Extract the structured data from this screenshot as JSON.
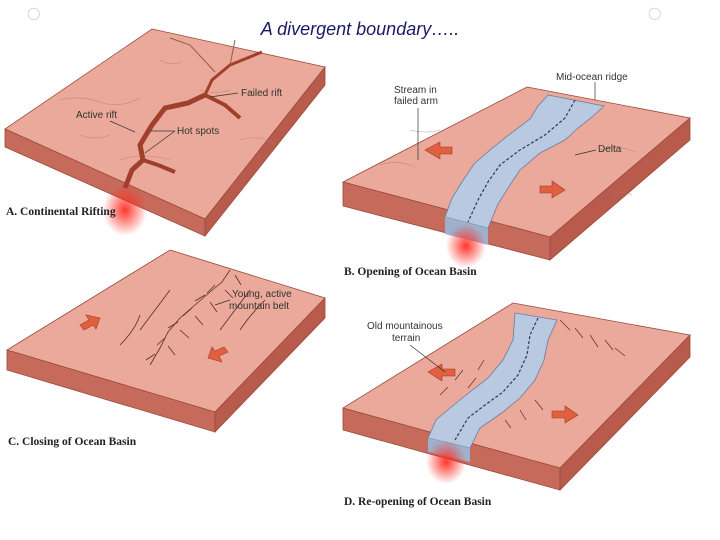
{
  "slide": {
    "title": "A divergent boundary….."
  },
  "panels": {
    "a": {
      "caption": "A. Continental Rifting",
      "labels": {
        "failed_rift": "Failed rift",
        "active_rift": "Active rift",
        "hot_spots": "Hot spots"
      }
    },
    "b": {
      "caption": "B. Opening of Ocean Basin",
      "labels": {
        "stream": [
          "Stream in",
          "failed arm"
        ],
        "ridge": "Mid-ocean ridge",
        "delta": "Delta"
      }
    },
    "c": {
      "caption": "C. Closing of Ocean Basin",
      "labels": {
        "belt": [
          "Young, active",
          "mountain belt"
        ]
      }
    },
    "d": {
      "caption": "D. Re-opening of Ocean Basin",
      "labels": {
        "old": [
          "Old mountainous",
          "terrain"
        ]
      }
    }
  },
  "colors": {
    "top": "#eaa99a",
    "front": "#c66b5b",
    "side": "#b85a4c",
    "ocean": "#b9c9e2",
    "arrow": "#e06040",
    "hotspot": "#ff3b30",
    "rift": "#a0402c"
  }
}
